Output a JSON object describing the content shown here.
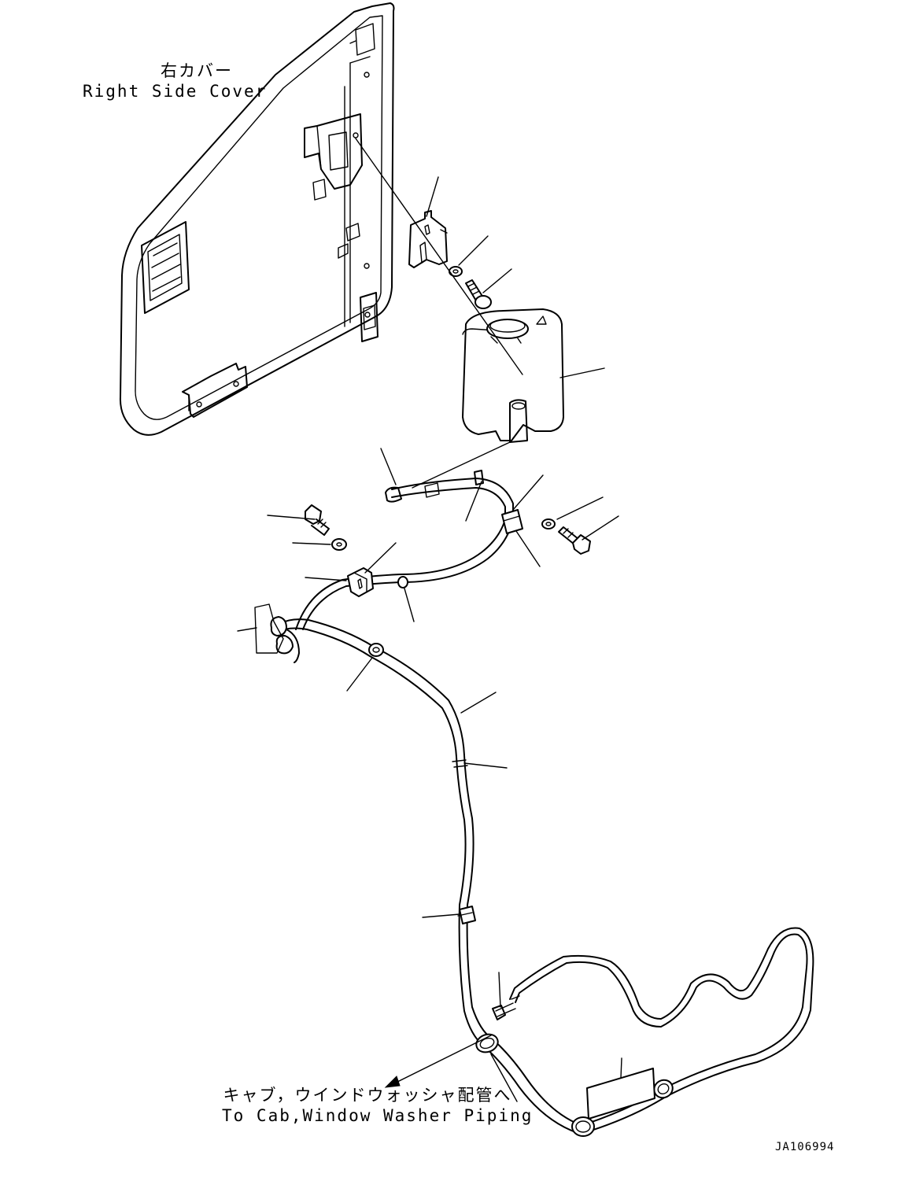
{
  "labels": {
    "right_cover_jp": "右カバー",
    "right_cover_en": "Right Side Cover",
    "to_cab_jp": "キャブ，ウインドウォッシャ配管へ",
    "to_cab_en": "To Cab,Window Washer Piping",
    "drawing_id": "JA106994"
  }
}
